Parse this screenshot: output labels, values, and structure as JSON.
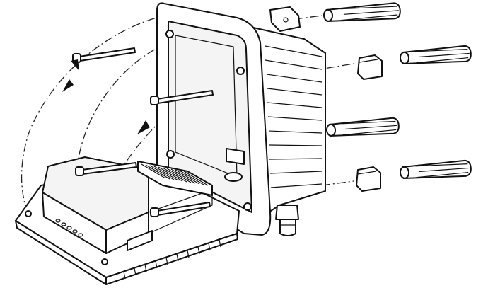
{
  "diagram": {
    "description_visible_text": [],
    "colors": {
      "line": "#111111",
      "background": "#ffffff"
    },
    "parts": {
      "enclosure_body": "housing-with-cooling-fins",
      "front_cover": "hinged-front-cover",
      "terminal_block": "terminal-strip",
      "cable_gland": "cable-gland",
      "screws_cover": 4,
      "wall_plugs": 4,
      "mounting_clips": 3
    }
  }
}
